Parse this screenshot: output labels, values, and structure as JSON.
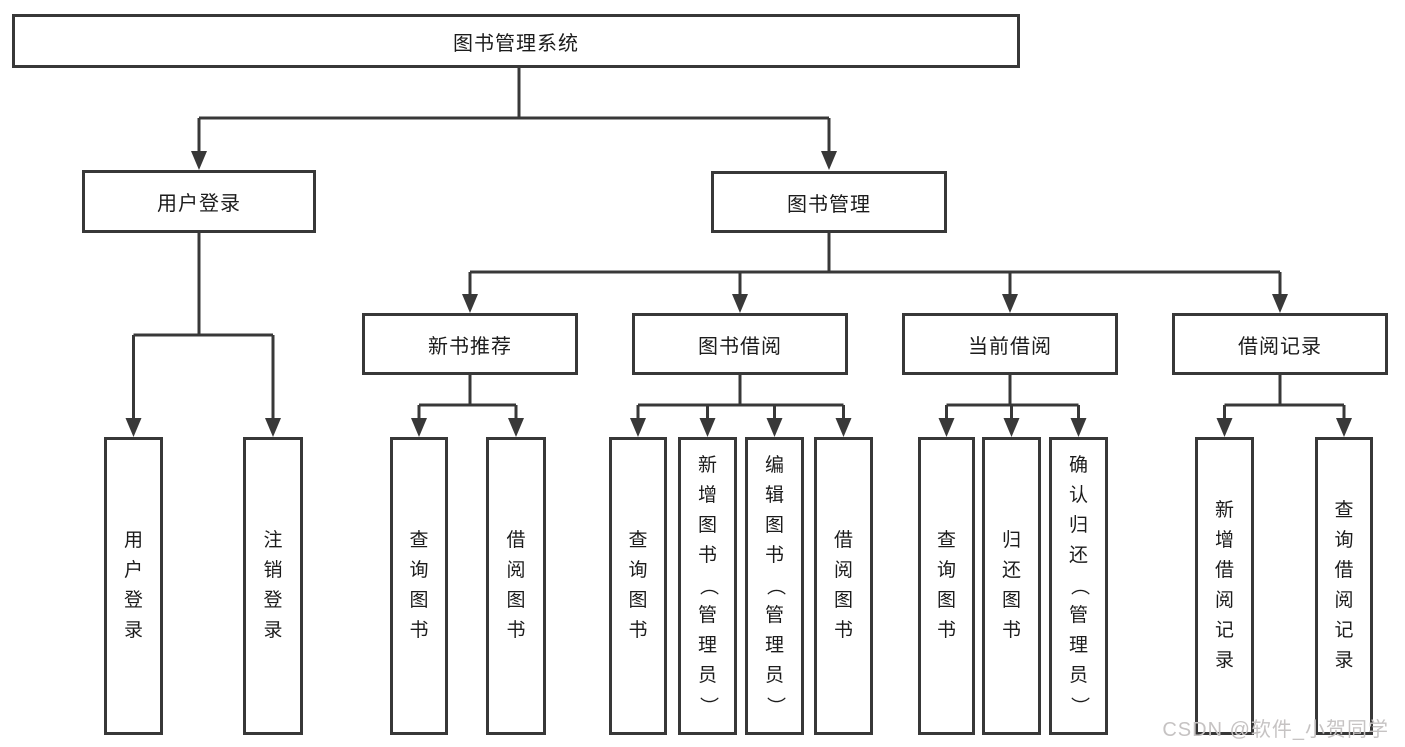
{
  "tree": {
    "root": "图书管理系统",
    "user_login": {
      "label": "用户登录",
      "children": [
        "用户登录",
        "注销登录"
      ]
    },
    "book_mgmt": {
      "label": "图书管理",
      "sections": [
        {
          "label": "新书推荐",
          "children": [
            "查询图书",
            "借阅图书"
          ]
        },
        {
          "label": "图书借阅",
          "children": [
            "查询图书",
            "新增图书（管理员）",
            "编辑图书（管理员）",
            "借阅图书"
          ]
        },
        {
          "label": "当前借阅",
          "children": [
            "查询图书",
            "归还图书",
            "确认归还（管理员）"
          ]
        },
        {
          "label": "借阅记录",
          "children": [
            "新增借阅记录",
            "查询借阅记录"
          ]
        }
      ]
    }
  },
  "watermark": "CSDN @软件_小贺同学",
  "colors": {
    "line": "#383838",
    "text": "#1c1c1c",
    "watermark": "#c6c3c3",
    "background": "#ffffff"
  }
}
